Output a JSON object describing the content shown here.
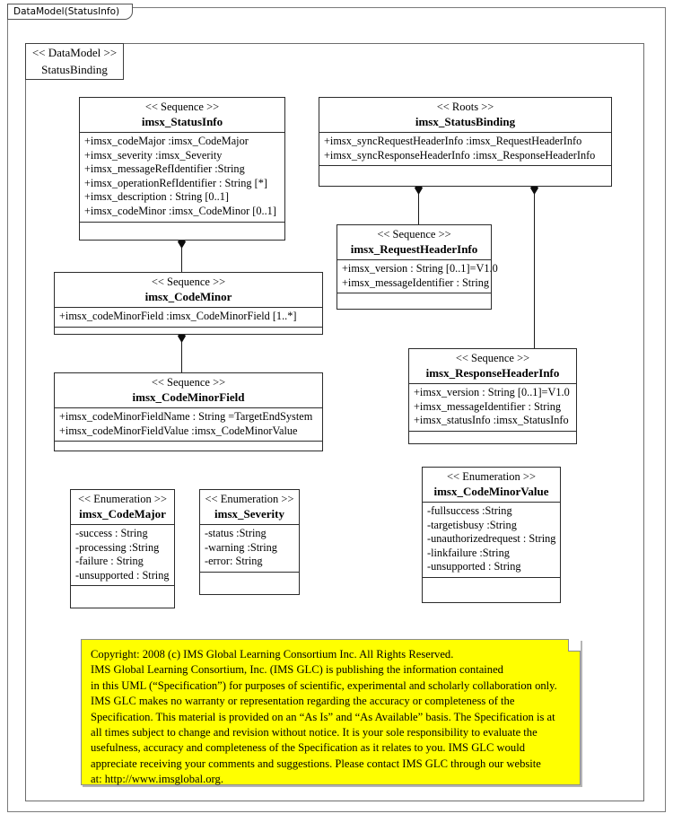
{
  "diagram": {
    "tab_label": "DataModel(StatusInfo)",
    "package": {
      "stereotype": "<< DataModel >>",
      "name": "StatusBinding"
    },
    "colors": {
      "note_bg": "#ffff00",
      "line": "#1a1a1a",
      "frame": "#7a7a7a",
      "box_border": "#2b2b2b"
    }
  },
  "classes": [
    {
      "id": "statusinfo",
      "stereotype": "<< Sequence >>",
      "name": "imsx_StatusInfo",
      "attributes": [
        "+imsx_codeMajor :imsx_CodeMajor",
        "+imsx_severity  :imsx_Severity",
        "+imsx_messageRefIdentifier   :String",
        "+imsx_operationRefIdentifier   : String [*]",
        "+imsx_description  : String [0..1]",
        "+imsx_codeMinor :imsx_CodeMinor  [0..1]"
      ]
    },
    {
      "id": "statusbinding",
      "stereotype": "<< Roots >>",
      "name": "imsx_StatusBinding",
      "attributes": [
        "+imsx_syncRequestHeaderInfo   :imsx_RequestHeaderInfo",
        "+imsx_syncResponseHeaderInfo   :imsx_ResponseHeaderInfo"
      ]
    },
    {
      "id": "requestheaderinfo",
      "stereotype": "<< Sequence >>",
      "name": "imsx_RequestHeaderInfo",
      "attributes": [
        "+imsx_version  : String [0..1]=V1.0",
        "+imsx_messageIdentifier   : String"
      ]
    },
    {
      "id": "codeminor",
      "stereotype": "<< Sequence >>",
      "name": "imsx_CodeMinor",
      "attributes": [
        "+imsx_codeMinorField  :imsx_CodeMinorField  [1..*]"
      ]
    },
    {
      "id": "responseheaderinfo",
      "stereotype": "<< Sequence >>",
      "name": "imsx_ResponseHeaderInfo",
      "attributes": [
        "+imsx_version  : String [0..1]=V1.0",
        "+imsx_messageIdentifier   : String",
        "+imsx_statusInfo  :imsx_StatusInfo"
      ]
    },
    {
      "id": "codeminorfield",
      "stereotype": "<< Sequence >>",
      "name": "imsx_CodeMinorField",
      "attributes": [
        "+imsx_codeMinorFieldName   : String =TargetEndSystem",
        "+imsx_codeMinorFieldValue   :imsx_CodeMinorValue"
      ]
    },
    {
      "id": "codemajor",
      "stereotype": "<< Enumeration  >>",
      "name": "imsx_CodeMajor",
      "attributes": [
        "-success : String",
        "-processing :String",
        "-failure  : String",
        "-unsupported : String"
      ]
    },
    {
      "id": "severity",
      "stereotype": "<< Enumeration  >>",
      "name": "imsx_Severity",
      "attributes": [
        "-status :String",
        "-warning  :String",
        "-error: String"
      ]
    },
    {
      "id": "codeminorvalue",
      "stereotype": "<< Enumeration  >>",
      "name": "imsx_CodeMinorValue",
      "attributes": [
        "-fullsuccess  :String",
        "-targetisbusy  :String",
        "-unauthorizedrequest  : String",
        "-linkfailure  :String",
        "-unsupported : String"
      ]
    }
  ],
  "note": {
    "lines": [
      "Copyright: 2008 (c) IMS Global Learning Consortium Inc.  All Rights Reserved.",
      "IMS Global Learning Consortium, Inc. (IMS GLC) is publishing the information contained",
      "in this UML (“Specification”) for purposes of scientific, experimental and scholarly collaboration only.",
      "IMS GLC makes no warranty or representation regarding the accuracy or completeness of the",
      "Specification.  This material is provided on an “As Is” and “As Available” basis.  The Specification is at",
      "all times subject to change and revision without notice.  It is your sole responsibility to evaluate the",
      "usefulness, accuracy and completeness of the Specification as it relates to you.  IMS GLC would",
      "appreciate receiving your comments and suggestions.  Please contact IMS GLC through our website",
      "at: http://www.imsglobal.org."
    ]
  }
}
